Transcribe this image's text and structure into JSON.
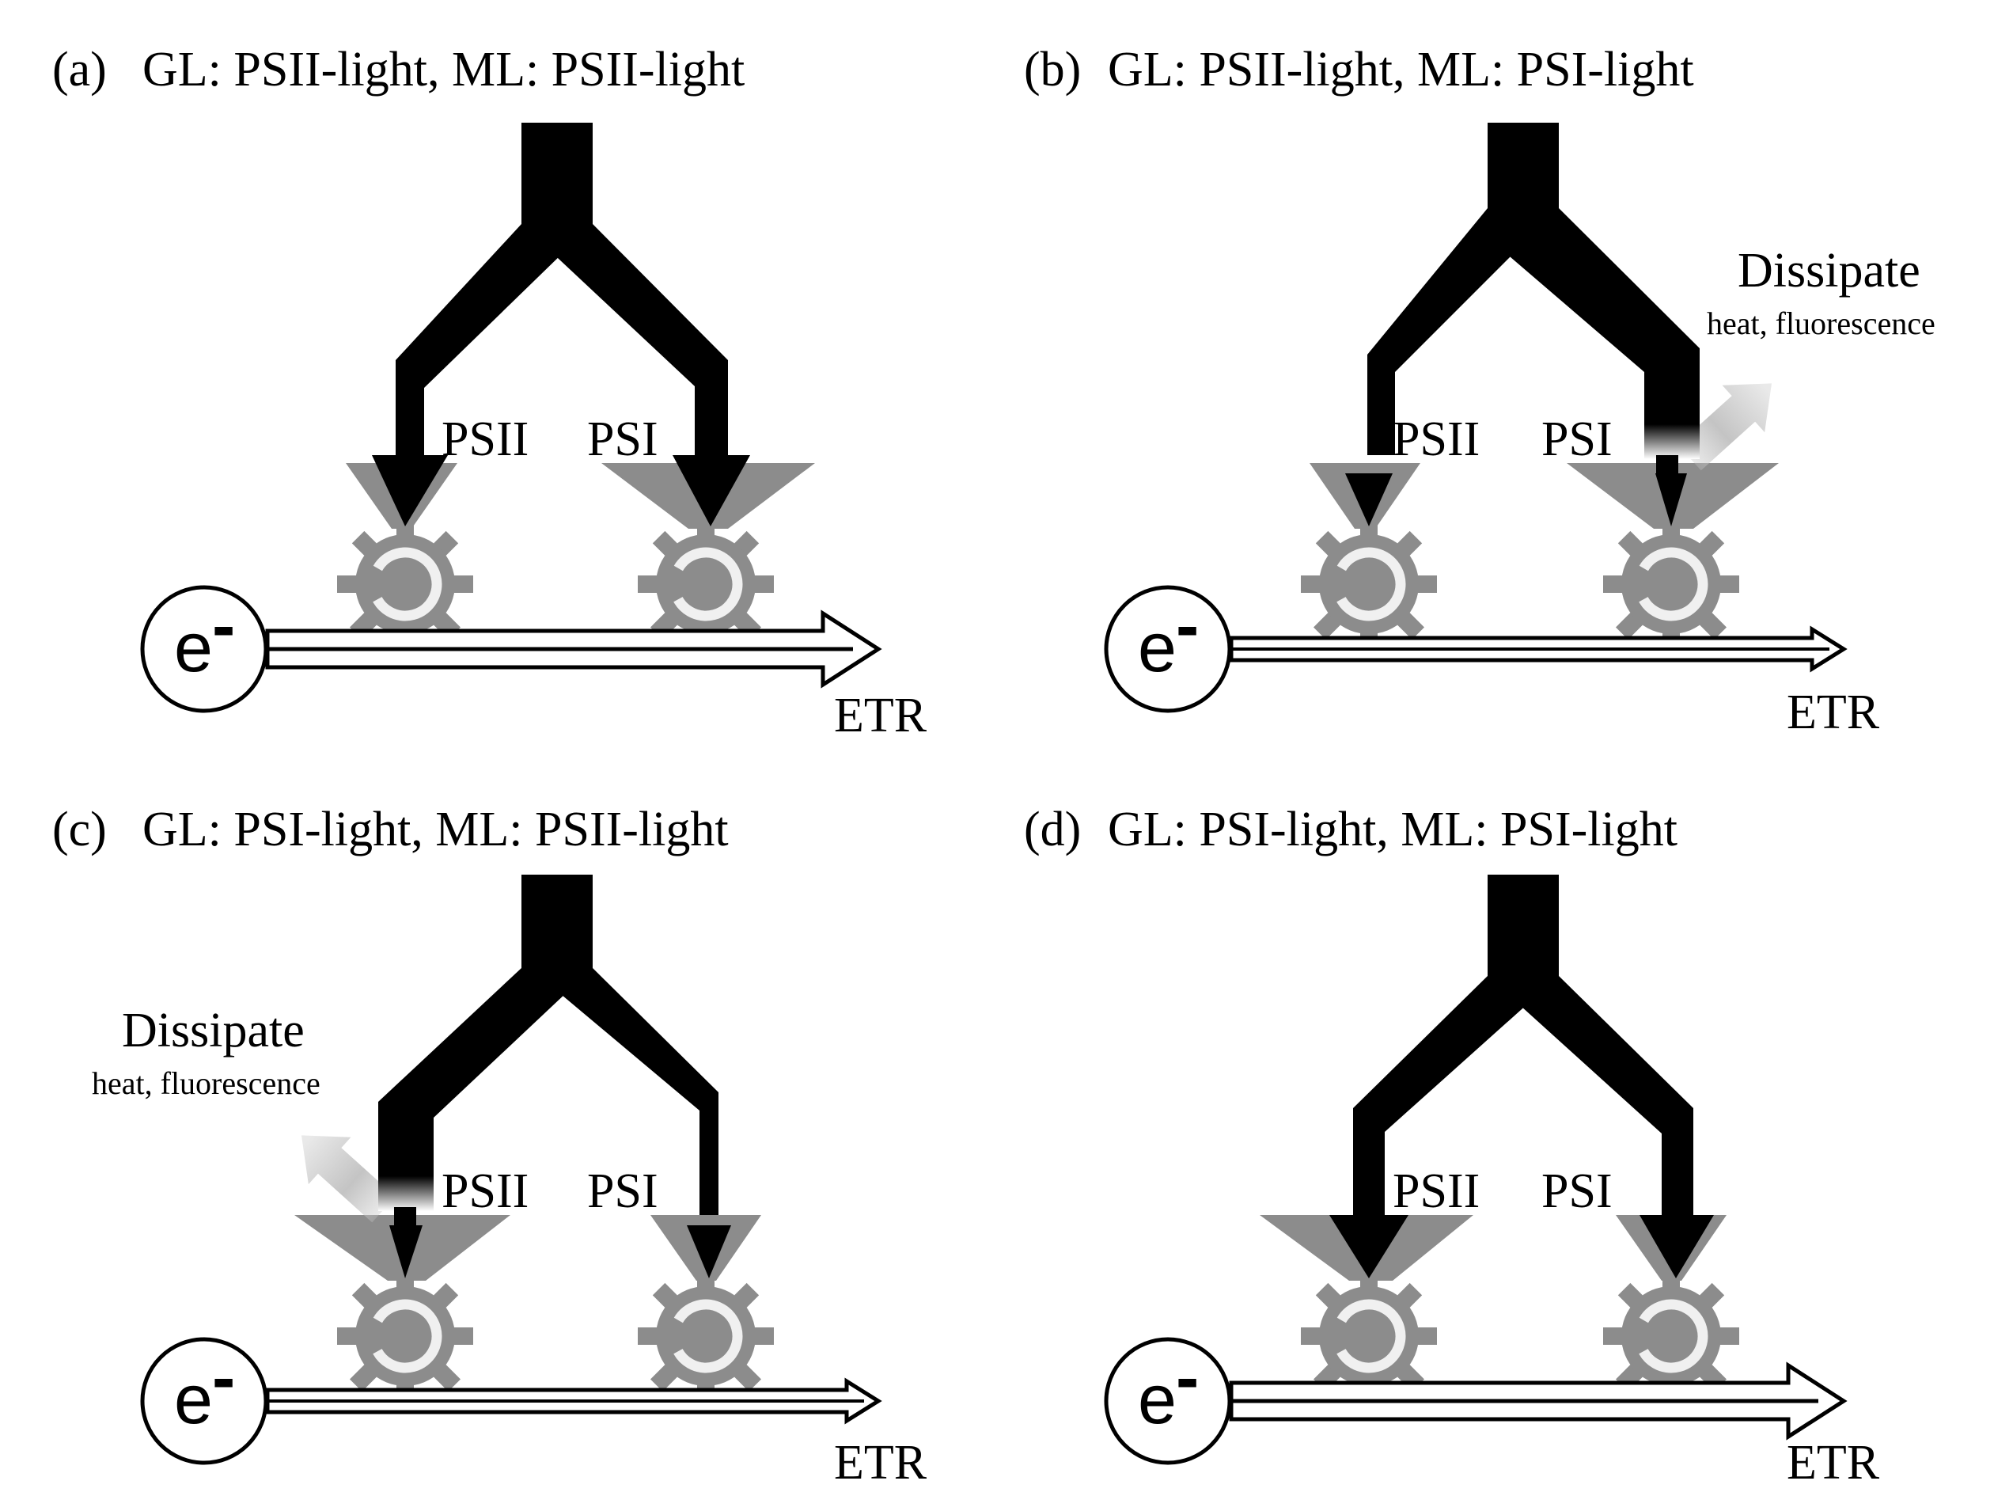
{
  "colors": {
    "flow": "#000000",
    "antenna": "#8c8c8c",
    "gear": "#8c8c8c",
    "gear_highlight": "#f0f0f0",
    "dissipate_arrow_start": "#c4c4c4",
    "dissipate_arrow_end": "#eeeeee"
  },
  "panels": [
    {
      "letter": "(a)",
      "title": "GL: PSII-light, ML: PSII-light",
      "psii_label": "PSII",
      "psi_label": "PSI",
      "electron_label": "e",
      "electron_superscript": "-",
      "etr_label": "ETR",
      "dissipate": null
    },
    {
      "letter": "(b)",
      "title": "GL: PSII-light, ML: PSI-light",
      "psii_label": "PSII",
      "psi_label": "PSI",
      "electron_label": "e",
      "electron_superscript": "-",
      "etr_label": "ETR",
      "dissipate": {
        "title": "Dissipate",
        "subtitle": "heat, fluorescence",
        "from": "PSI"
      }
    },
    {
      "letter": "(c)",
      "title": "GL: PSI-light, ML: PSII-light",
      "psii_label": "PSII",
      "psi_label": "PSI",
      "electron_label": "e",
      "electron_superscript": "-",
      "etr_label": "ETR",
      "dissipate": {
        "title": "Dissipate",
        "subtitle": "heat, fluorescence",
        "from": "PSII"
      }
    },
    {
      "letter": "(d)",
      "title": "GL: PSI-light, ML: PSI-light",
      "psii_label": "PSII",
      "psi_label": "PSI",
      "electron_label": "e",
      "electron_superscript": "-",
      "etr_label": "ETR",
      "dissipate": null
    }
  ]
}
